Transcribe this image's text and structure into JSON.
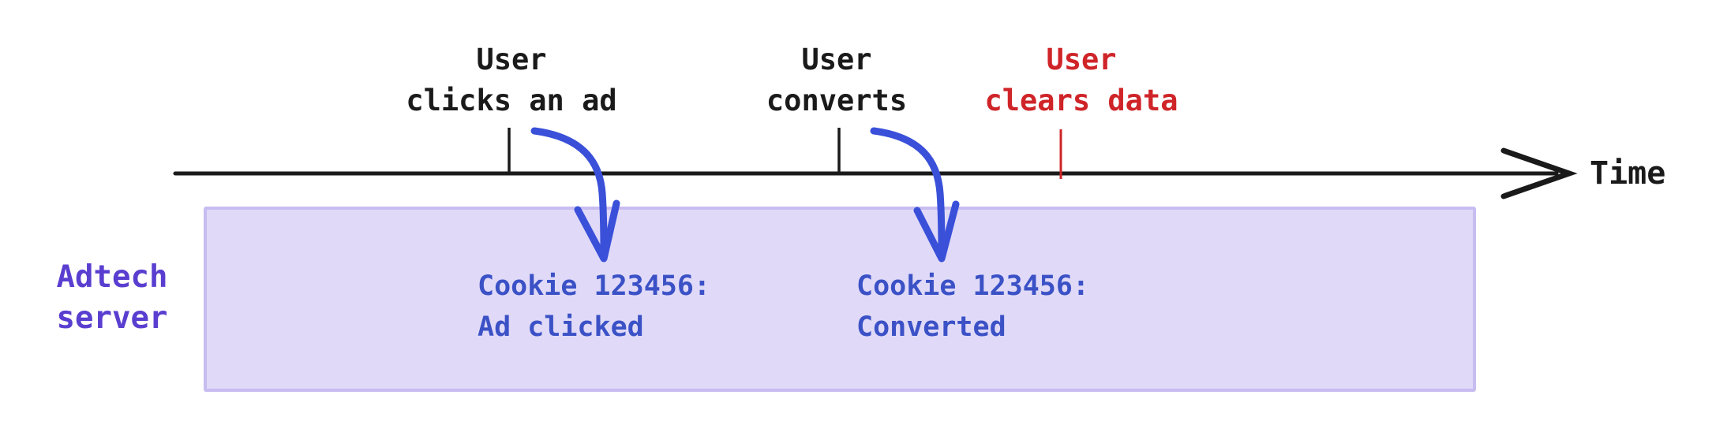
{
  "background": "#ffffff",
  "timeline": {
    "axis_label": "Time",
    "axis_color": "#1a1a1a",
    "events": [
      {
        "id": "ad-click",
        "label": "User\nclicks an ad",
        "color": "#1a1a1a"
      },
      {
        "id": "conversion",
        "label": "User\nconverts",
        "color": "#1a1a1a"
      },
      {
        "id": "clear-data",
        "label": "User\nclears data",
        "color": "#cf2428"
      }
    ]
  },
  "adtech_server": {
    "label": "Adtech\nserver",
    "label_color": "#5a3ed0",
    "box_fill": "#e0daf8",
    "box_border": "#c8bcf0",
    "record_color": "#3b51c6",
    "records": [
      {
        "id": "cookie-ad-clicked",
        "text": "Cookie 123456:\nAd clicked"
      },
      {
        "id": "cookie-converted",
        "text": "Cookie 123456:\nConverted"
      }
    ]
  },
  "arrows": {
    "color": "#3a50d9",
    "connections": [
      {
        "from": "ad-click",
        "to": "cookie-ad-clicked"
      },
      {
        "from": "conversion",
        "to": "cookie-converted"
      }
    ]
  }
}
